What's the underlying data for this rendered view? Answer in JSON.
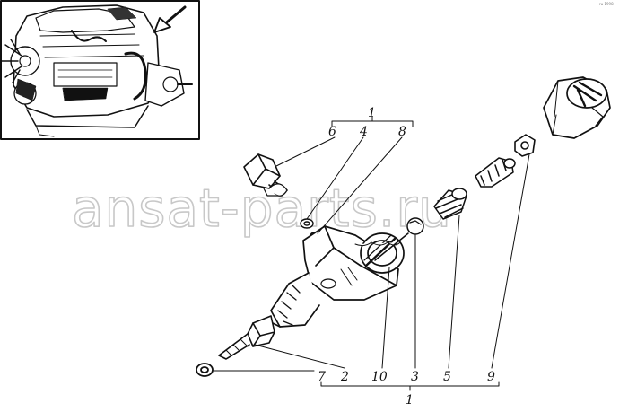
{
  "watermark": "ansat-parts.ru",
  "corner_note": "ru 1998",
  "top_group": {
    "main": "1",
    "items": [
      "6",
      "4",
      "8"
    ]
  },
  "bottom_group": {
    "main": "1",
    "items": [
      "7",
      "2",
      "10",
      "3",
      "5",
      "9"
    ]
  }
}
